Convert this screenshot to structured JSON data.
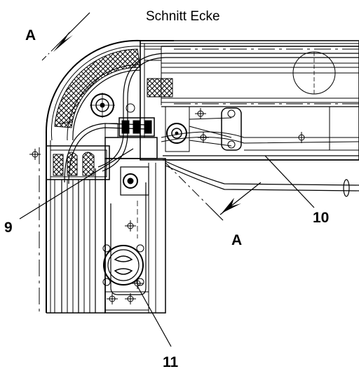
{
  "title": "Schnitt Ecke",
  "section_marks": [
    "A",
    "A"
  ],
  "callouts": [
    "9",
    "10",
    "11"
  ],
  "colors": {
    "ink": "#000000",
    "paper": "#ffffff"
  }
}
